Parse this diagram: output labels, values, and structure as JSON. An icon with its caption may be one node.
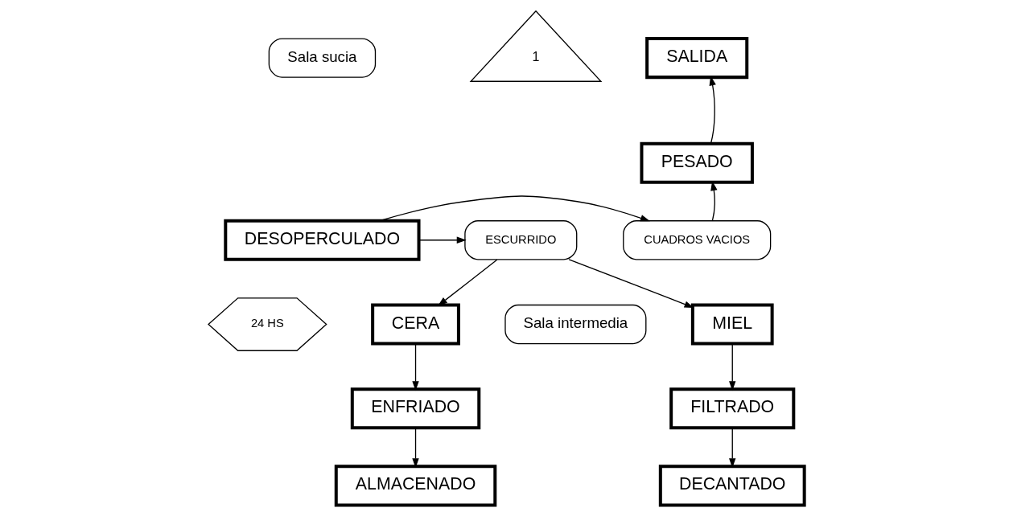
{
  "diagram": {
    "nodes": [
      {
        "text": [
          "SALIDA"
        ]
      },
      {
        "text": [
          "PESADO"
        ]
      },
      {
        "text": [
          "1"
        ]
      },
      {
        "text": [
          "CUADROS VACIOS"
        ]
      },
      {
        "text": [
          "DESOPERCULADO"
        ]
      },
      {
        "text": [
          "ESCURRIDO"
        ]
      },
      {
        "text": [
          "24 HS"
        ]
      },
      {
        "text": [
          "MIEL"
        ]
      },
      {
        "text": [
          "CERA"
        ]
      },
      {
        "text": [
          "FILTRADO"
        ]
      },
      {
        "text": [
          "ENFRIADO"
        ]
      },
      {
        "text": [
          "DECANTADO"
        ]
      },
      {
        "text": [
          "ALMACENADO"
        ]
      },
      {
        "text": [
          "Sala sucia"
        ]
      },
      {
        "text": [
          "Sala intermedia"
        ]
      }
    ],
    "edges": [
      {
        "from": 3,
        "to": 1,
        "arrow": "to"
      },
      {
        "from": 1,
        "to": 0,
        "arrow": "to"
      },
      {
        "from": 4,
        "to": 3,
        "arrow": "to"
      },
      {
        "from": 4,
        "to": 5,
        "arrow": "to"
      },
      {
        "from": 5,
        "to": 7,
        "arrow": "to"
      },
      {
        "from": 5,
        "to": 8,
        "arrow": "to"
      },
      {
        "from": 7,
        "to": 9,
        "arrow": "to"
      },
      {
        "from": 9,
        "to": 11,
        "arrow": "to"
      },
      {
        "from": 8,
        "to": 10,
        "arrow": "to"
      },
      {
        "from": 10,
        "to": 12,
        "arrow": "to"
      }
    ]
  }
}
